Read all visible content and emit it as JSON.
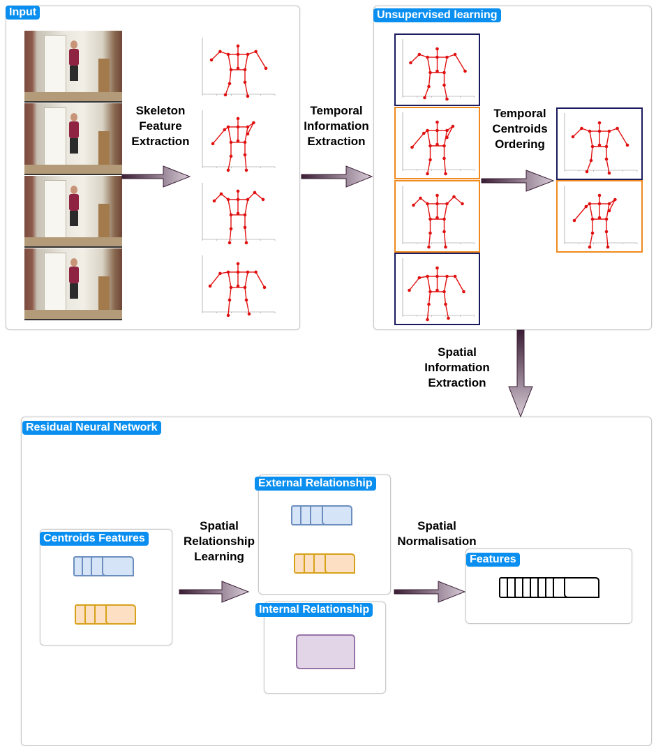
{
  "sections": {
    "input": "Input",
    "unsupervised": "Unsupervised learning",
    "resnet": "Residual Neural Network",
    "centroids": "Centroids Features",
    "external": "External Relationship",
    "internal": "Internal Relationship",
    "features": "Features"
  },
  "steps": {
    "skeleton": [
      "Skeleton",
      "Feature",
      "Extraction"
    ],
    "temporal": [
      "Temporal",
      "Information",
      "Extraction"
    ],
    "ordering": [
      "Temporal",
      "Centroids",
      "Ordering"
    ],
    "spatial_info": [
      "Spatial",
      "Information",
      "Extraction"
    ],
    "spatial_rel": [
      "Spatial",
      "Relationship",
      "Learning"
    ],
    "spatial_norm": [
      "Spatial",
      "Normalisation"
    ]
  },
  "colors": {
    "tag_blue": "#0a8ff0",
    "skeleton_red": "#e01010",
    "frame_navy": "#1a1a5e",
    "frame_orange": "#f08a1e",
    "block_blue_fill": "#d6e4f7",
    "block_blue_stroke": "#6c8ebf",
    "block_orange_fill": "#fde0c4",
    "block_orange_stroke": "#d6a21a",
    "block_purple_fill": "#e1d5e7",
    "block_purple_stroke": "#9673a6",
    "arrow_dark": "#3a1d34",
    "arrow_light": "#d8ccd8"
  }
}
